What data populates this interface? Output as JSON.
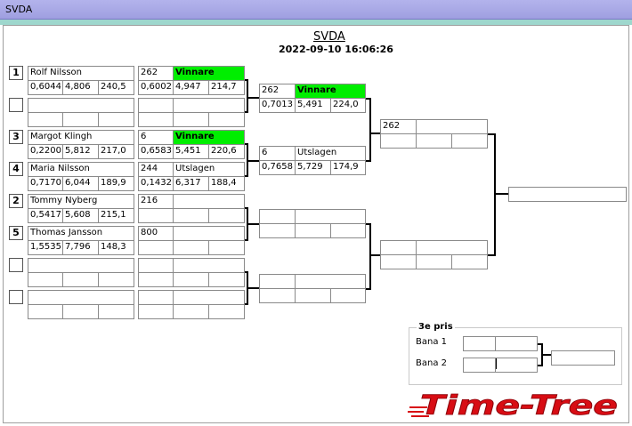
{
  "window": {
    "title": "SVDA"
  },
  "header": {
    "title": "SVDA",
    "datetime": "2022-09-10 16:06:26"
  },
  "round1": [
    {
      "seed": "1",
      "name": "Rolf Nilsson",
      "r": "0,6044",
      "t": "4,806",
      "s": "240,5"
    },
    {
      "seed": "",
      "name": "",
      "r": "",
      "t": "",
      "s": ""
    },
    {
      "seed": "3",
      "name": "Margot Klingh",
      "r": "0,2200",
      "t": "5,812",
      "s": "217,0"
    },
    {
      "seed": "4",
      "name": "Maria Nilsson",
      "r": "0,7170",
      "t": "6,044",
      "s": "189,9"
    },
    {
      "seed": "2",
      "name": "Tommy Nyberg",
      "r": "0,5417",
      "t": "5,608",
      "s": "215,1"
    },
    {
      "seed": "5",
      "name": "Thomas Jansson",
      "r": "1,5535",
      "t": "7,796",
      "s": "148,3"
    },
    {
      "seed": "",
      "name": "",
      "r": "",
      "t": "",
      "s": ""
    },
    {
      "seed": "",
      "name": "",
      "r": "",
      "t": "",
      "s": ""
    }
  ],
  "round2": [
    {
      "id": "262",
      "result": "Vinnare",
      "r": "0,6002",
      "t": "4,947",
      "s": "214,7"
    },
    {
      "id": "",
      "result": "",
      "r": "",
      "t": "",
      "s": ""
    },
    {
      "id": "6",
      "result": "Vinnare",
      "r": "0,6583",
      "t": "5,451",
      "s": "220,6"
    },
    {
      "id": "244",
      "result": "Utslagen",
      "r": "0,1432",
      "t": "6,317",
      "s": "188,4"
    },
    {
      "id": "216",
      "result": "",
      "r": "",
      "t": "",
      "s": ""
    },
    {
      "id": "800",
      "result": "",
      "r": "",
      "t": "",
      "s": ""
    },
    {
      "id": "",
      "result": "",
      "r": "",
      "t": "",
      "s": ""
    },
    {
      "id": "",
      "result": "",
      "r": "",
      "t": "",
      "s": ""
    }
  ],
  "round3": [
    {
      "id": "262",
      "result": "Vinnare",
      "r": "0,7013",
      "t": "5,491",
      "s": "224,0"
    },
    {
      "id": "6",
      "result": "Utslagen",
      "r": "0,7658",
      "t": "5,729",
      "s": "174,9"
    },
    {
      "id": "",
      "result": "",
      "r": "",
      "t": "",
      "s": ""
    },
    {
      "id": "",
      "result": "",
      "r": "",
      "t": "",
      "s": ""
    }
  ],
  "round4": [
    {
      "id": "262",
      "result": "",
      "r": "",
      "t": "",
      "s": ""
    },
    {
      "id": "",
      "result": "",
      "r": "",
      "t": "",
      "s": ""
    }
  ],
  "final": {
    "value": ""
  },
  "third_prize": {
    "label": "3e pris",
    "lane1": "Bana 1",
    "lane2": "Bana 2",
    "lane1_value": "",
    "lane2_value": "",
    "result": ""
  },
  "logo": {
    "text": "Time-Tree",
    "color": "#d80d14"
  },
  "colors": {
    "winner": "#00ee00",
    "titlebar": "#a8a8e6",
    "strip": "#9ed7cd"
  }
}
